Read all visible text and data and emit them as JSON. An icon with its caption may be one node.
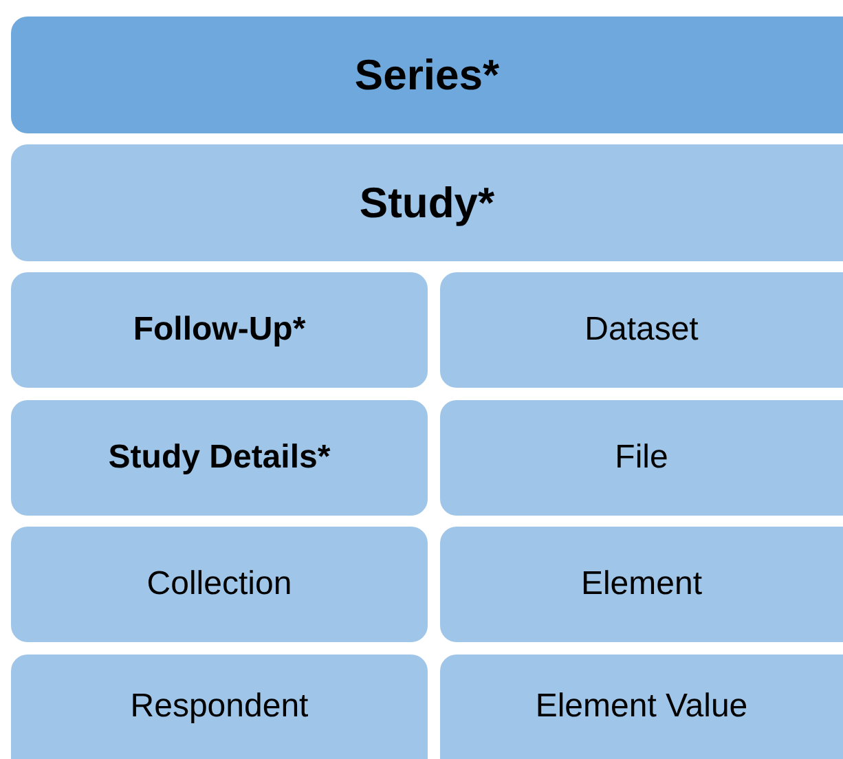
{
  "diagram": {
    "nodes": [
      {
        "text": [
          "Series*"
        ]
      },
      {
        "text": [
          "Study*"
        ]
      },
      {
        "text": [
          "Follow-Up*"
        ]
      },
      {
        "text": [
          "Dataset"
        ]
      },
      {
        "text": [
          "Study Details*"
        ]
      },
      {
        "text": [
          "File"
        ]
      },
      {
        "text": [
          "Collection"
        ]
      },
      {
        "text": [
          "Element"
        ]
      },
      {
        "text": [
          "Respondent"
        ]
      },
      {
        "text": [
          "Element Value"
        ]
      }
    ]
  }
}
